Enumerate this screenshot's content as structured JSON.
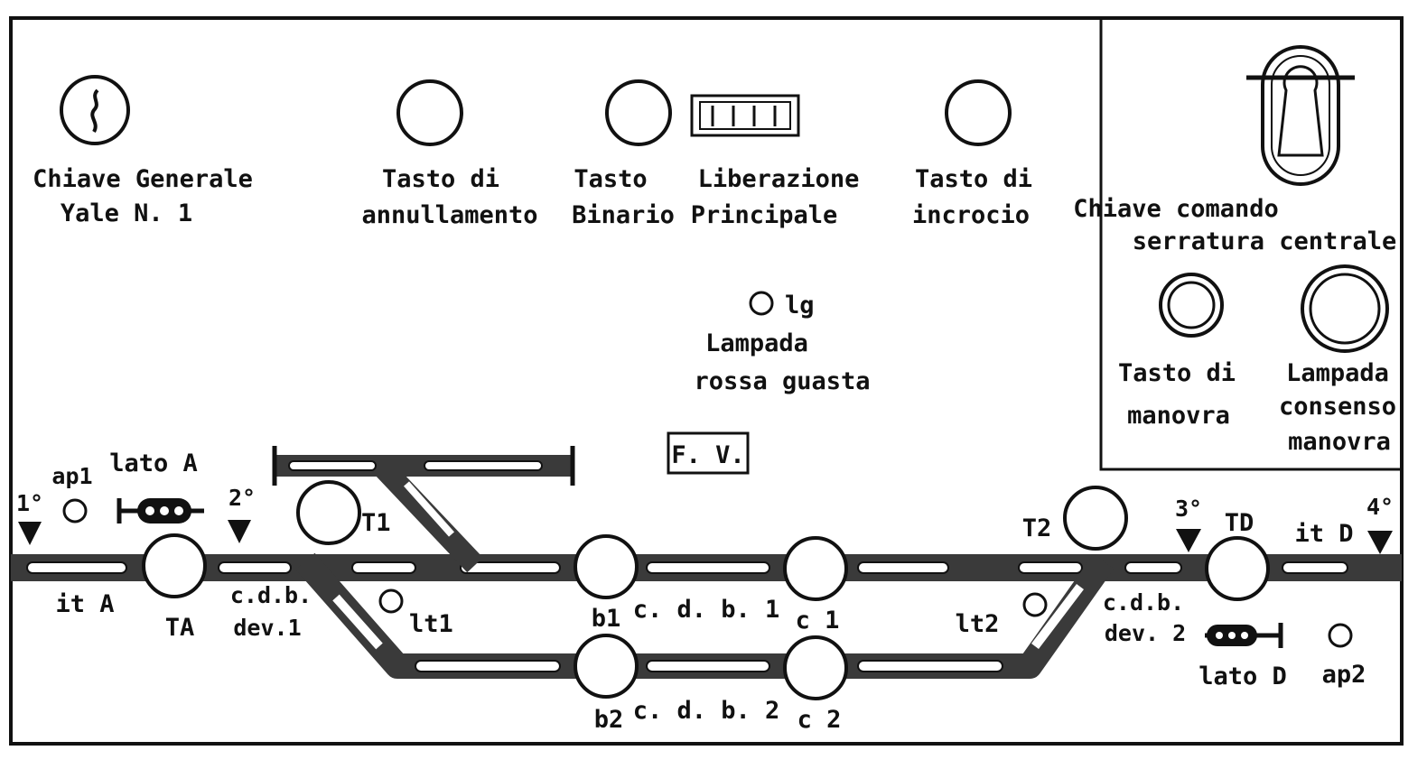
{
  "controls": {
    "chiave_generale": [
      "Chiave Generale",
      "Yale  N. 1"
    ],
    "tasto_annullamento": [
      "Tasto   di",
      "annullamento"
    ],
    "tasto_binario": [
      "Tasto",
      "Binario"
    ],
    "liberazione": [
      "Liberazione",
      "Principale"
    ],
    "tasto_incrocio": [
      "Tasto di",
      "incrocio"
    ],
    "lampada_guasta_code": "lg",
    "lampada_guasta": [
      "Lampada",
      "rossa guasta"
    ],
    "fv_box": "F. V."
  },
  "right_panel": {
    "chiave_comando": [
      "Chiave   comando",
      "serratura  centrale"
    ],
    "tasto_manovra": [
      "Tasto di",
      "manovra"
    ],
    "lampada_consenso": [
      "Lampada",
      "consenso",
      "manovra"
    ]
  },
  "track": {
    "signal_1": "1°",
    "signal_2": "2°",
    "signal_3": "3°",
    "signal_4": "4°",
    "ap1": "ap1",
    "ap2": "ap2",
    "lato_a": "lato A",
    "lato_d": "lato D",
    "it_a": "it A",
    "it_d": "it D",
    "ta": "TA",
    "td": "TD",
    "t1": "T1",
    "t2": "T2",
    "lt1": "lt1",
    "lt2": "lt2",
    "cdb_dev1": [
      "c.d.b.",
      "dev.1"
    ],
    "cdb_dev2": [
      "c.d.b.",
      "dev. 2"
    ],
    "b1": "b1",
    "b2": "b2",
    "c1": "c 1",
    "c2": "c 2",
    "cdb1": "c. d. b. 1",
    "cdb2": "c. d. b. 2"
  }
}
